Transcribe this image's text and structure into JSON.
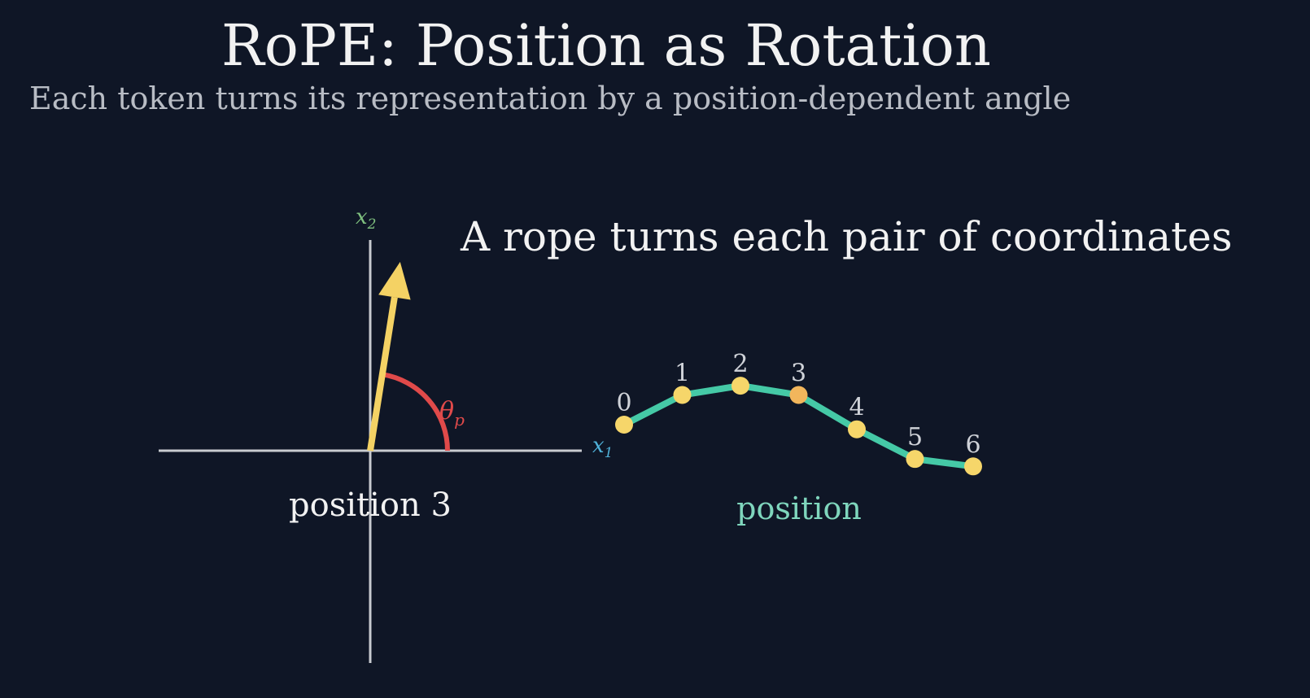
{
  "title": "RoPE: Position as Rotation",
  "subtitle": "Each token turns its representation by a position-dependent angle",
  "rotation_panel": {
    "x_axis_label_var": "x",
    "x_axis_label_sub": "1",
    "y_axis_label_var": "x",
    "y_axis_label_sub": "2",
    "angle_label_var": "θ",
    "angle_label_sub": "p",
    "caption": "position 3",
    "vector_angle_deg": 81
  },
  "rope_panel": {
    "heading": "A rope turns each pair of coordinates",
    "axis_caption": "position",
    "nodes": [
      {
        "label": "0",
        "value": 0.0
      },
      {
        "label": "1",
        "value": 0.64
      },
      {
        "label": "2",
        "value": 0.84
      },
      {
        "label": "3",
        "value": 0.64
      },
      {
        "label": "4",
        "value": -0.1
      },
      {
        "label": "5",
        "value": -0.74
      },
      {
        "label": "6",
        "value": -0.9
      }
    ],
    "highlight_index": 3
  },
  "colors": {
    "background": "#0f1626",
    "axis": "#c8cbd0",
    "vector": "#f4d264",
    "angle_arc": "#e04a4a",
    "rope": "#45c9a6",
    "node": "#f6d66a",
    "node_highlight": "#f2b65c",
    "title_text": "#f2f2f2",
    "subtitle_text": "#b8bcc4",
    "x1_label": "#4fb1d8",
    "x2_label": "#7fc07f",
    "node_label": "#cfd2d8",
    "position_caption": "#7fd6bd"
  }
}
